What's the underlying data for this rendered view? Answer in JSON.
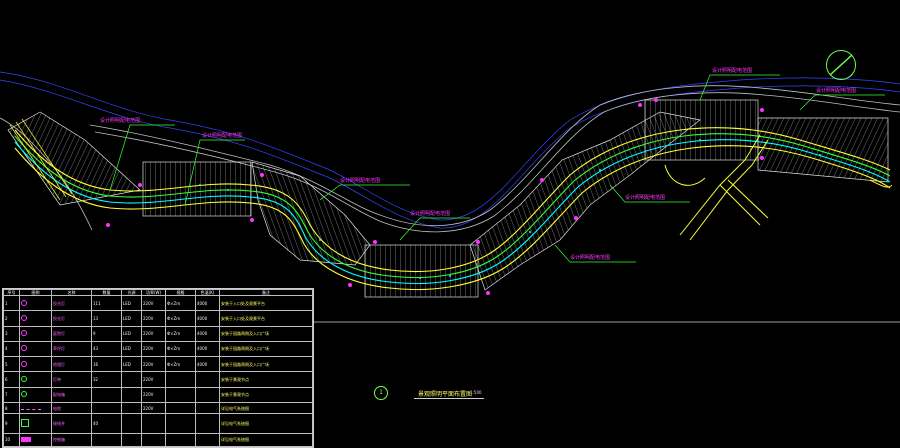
{
  "legend": {
    "headers": [
      "序号",
      "图例",
      "名称",
      "数量",
      "光源",
      "功率(W)",
      "规格",
      "色温(K)",
      "备注"
    ],
    "rows": [
      {
        "no": "1",
        "name": "投光灯",
        "qty": "111",
        "src": "LED",
        "power": "220V",
        "spec": "Φ×Zm",
        "temp": "4000",
        "desc": "安装于入口处及观景平台"
      },
      {
        "no": "2",
        "name": "投光灯",
        "qty": "13",
        "src": "LED",
        "power": "220V",
        "spec": "Φ×Zm",
        "temp": "4000",
        "desc": "安装于入口处及观景平台"
      },
      {
        "no": "3",
        "name": "庭院灯",
        "qty": "9",
        "src": "LED",
        "power": "220V",
        "spec": "Φ×Zm",
        "temp": "4000",
        "desc": "安装于园路两侧及入口广场"
      },
      {
        "no": "4",
        "name": "草坪灯",
        "qty": "43",
        "src": "LED",
        "power": "220V",
        "spec": "Φ×Zm",
        "temp": "4000",
        "desc": "安装于园路两侧及入口广场"
      },
      {
        "no": "5",
        "name": "地埋灯",
        "qty": "16",
        "src": "LED",
        "power": "220V",
        "spec": "Φ×Zm",
        "temp": "4000",
        "desc": "安装于园路两侧及入口广场"
      },
      {
        "no": "6",
        "name": "灯带",
        "qty": "32",
        "src": "",
        "power": "220V",
        "spec": "",
        "temp": "",
        "desc": "安装于景观节点"
      },
      {
        "no": "7",
        "name": "配电箱",
        "qty": "",
        "src": "",
        "power": "220V",
        "spec": "",
        "temp": "",
        "desc": "安装于景观节点"
      },
      {
        "no": "8",
        "name": "电缆",
        "qty": "",
        "src": "",
        "power": "220V",
        "spec": "",
        "temp": "",
        "desc": "详见电气系统图"
      },
      {
        "no": "9",
        "name": "接线井",
        "qty": "40",
        "src": "",
        "power": "",
        "spec": "",
        "temp": "",
        "desc": "详见电气系统图"
      },
      {
        "no": "10",
        "name": "控制箱",
        "qty": "",
        "src": "",
        "power": "",
        "spec": "",
        "temp": "",
        "desc": "详见电气系统图"
      }
    ]
  },
  "callouts": [
    "设计照明配电范围",
    "设计照明配电范围",
    "设计照明配电范围",
    "设计照明配电范围",
    "设计照明配电范围",
    "设计照明配电范围",
    "设计照明配电范围",
    "设计照明配电范围"
  ],
  "title": {
    "number": "1",
    "text": "景观照明平面布置图",
    "scale": "1:500"
  },
  "colors": {
    "background": "#000000",
    "road": "#ffffff",
    "hatch": "#ffffff",
    "path_yellow": "#ffff33",
    "path_cyan": "#00ffff",
    "path_green": "#33ff33",
    "annotation": "#ff33ff",
    "water": "#3344ff"
  }
}
